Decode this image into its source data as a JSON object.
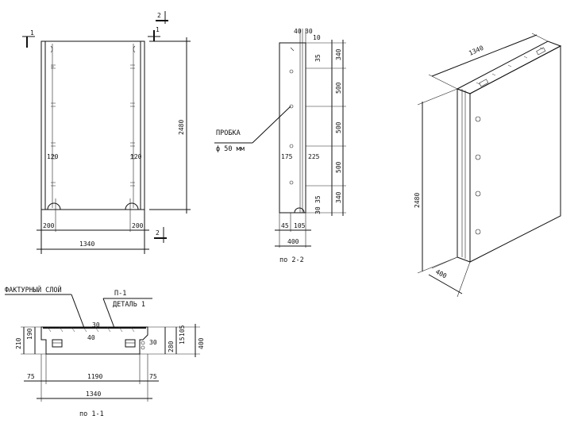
{
  "front_view": {
    "section_mark_1": "1",
    "section_mark_2": "2",
    "height": "2480",
    "width_total": "1340",
    "edge_left": "200",
    "edge_right": "200",
    "inner_left": "120",
    "inner_right": "120"
  },
  "side_view": {
    "top_40": "40",
    "top_30": "30",
    "top_10": "10",
    "seg_340_top": "340",
    "seg_35_top": "35",
    "seg_500_a": "500",
    "seg_500_b": "500",
    "seg_500_c": "500",
    "seg_340_bot": "340",
    "seg_35_bot": "35",
    "seg_30_bot": "30",
    "plug_label": "ПРОБКА",
    "plug_dia": "ф 50 мм",
    "dim_175": "175",
    "dim_225": "225",
    "bot_45": "45",
    "bot_105": "105",
    "width": "400",
    "title": "по 2-2"
  },
  "plan_view": {
    "surface_layer": "ФАКТУРНЫЙ СЛОЙ",
    "part_p": "П-1",
    "part_detail": "ДЕТАЛЬ 1",
    "dim_40": "40",
    "dim_30": "30",
    "left_210": "210",
    "left_190": "190",
    "right_30": "30",
    "right_280": "280",
    "right_105": "105",
    "right_15": "15",
    "right_400": "400",
    "dim_75_l": "75",
    "dim_1190": "1190",
    "dim_75_r": "75",
    "dim_1340": "1340",
    "title": "по 1-1"
  },
  "iso_view": {
    "length": "1340",
    "height": "2480",
    "depth": "400"
  }
}
